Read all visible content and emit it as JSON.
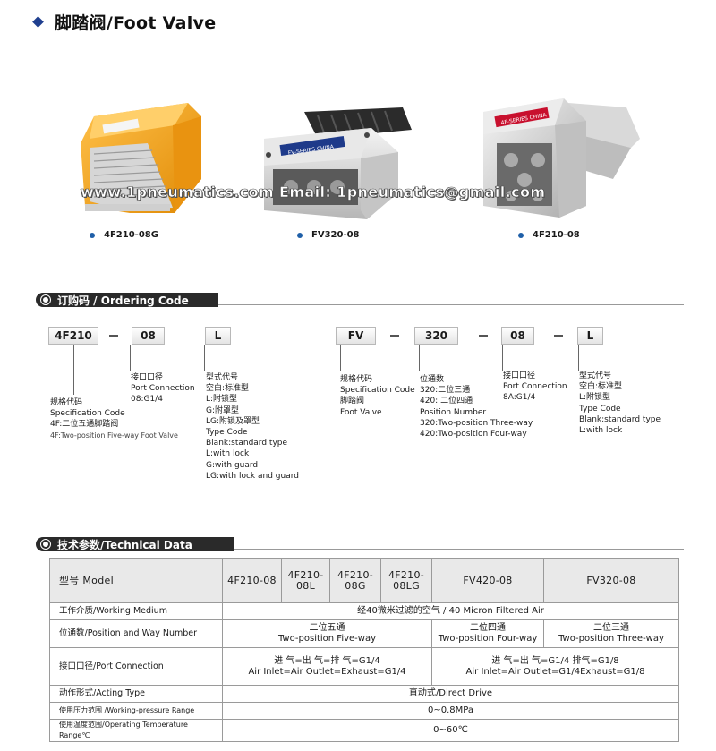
{
  "header": {
    "title": "脚踏阀/Foot Valve"
  },
  "watermark": "www.1pneumatics.com  Email: 1pneumatics@gmail.com",
  "products": [
    {
      "caption": "4F210-08G"
    },
    {
      "caption": "FV320-08"
    },
    {
      "caption": "4F210-08"
    }
  ],
  "product_labels": {
    "fv320_plate": "FV-SERIES CHINA",
    "f4_plate": "4F-SERIES CHINA"
  },
  "ordering": {
    "section_title": "订购码 / Ordering Code",
    "left_codes": [
      "4F210",
      "08",
      "L"
    ],
    "right_codes": [
      "FV",
      "320",
      "08",
      "L"
    ],
    "desc_spec_4f": [
      "规格代码",
      "Specification Code",
      "4F:二位五通脚踏阀",
      "4F:Two-position Five-way Foot Valve"
    ],
    "desc_port_4f": [
      "接口口径",
      "Port Connection",
      "08:G1/4"
    ],
    "desc_type_4f": [
      "型式代号",
      "空白:标准型",
      "L:附锁型",
      "G:附罩型",
      "LG:附锁及罩型",
      "Type Code",
      "Blank:standard type",
      "L:with lock",
      "G:with guard",
      "LG:with lock and guard"
    ],
    "desc_spec_fv": [
      "规格代码",
      "Specification Code",
      "脚踏阀",
      "Foot Valve"
    ],
    "desc_pos_fv": [
      "位通数",
      "320:二位三通",
      "420:  二位四通",
      "Position  Number",
      "320:Two-position Three-way",
      "420:Two-position Four-way"
    ],
    "desc_port_fv": [
      "接口口径",
      "Port Connection",
      "8A:G1/4"
    ],
    "desc_type_fv": [
      "型式代号",
      "空白:标准型",
      "L:附锁型",
      "Type Code",
      "Blank:standard type",
      "L:with lock"
    ]
  },
  "technical": {
    "section_title": "技术参数/Technical Data",
    "head": {
      "label": "型号  Model",
      "models": [
        "4F210-08",
        "4F210-08L",
        "4F210-08G",
        "4F210-08LG",
        "FV420-08",
        "FV320-08"
      ]
    },
    "rows": {
      "medium": {
        "label": "工作介质/Working Medium",
        "value": "经40微米过滤的空气 / 40 Micron Filtered Air"
      },
      "position": {
        "label": "位通数/Position and Way Number",
        "v1_cn": "二位五通",
        "v1_en": "Two-position Five-way",
        "v2_cn": "二位四通",
        "v2_en": "Two-position Four-way",
        "v3_cn": "二位三通",
        "v3_en": "Two-position Three-way"
      },
      "port": {
        "label": "接口口径/Port Connection",
        "v1_cn": "进 气=出 气=排 气=G1/4",
        "v1_en": "Air Inlet=Air Outlet=Exhaust=G1/4",
        "v2_cn": "进 气=出 气=G1/4   排气=G1/8",
        "v2_en": "Air Inlet=Air Outlet=G1/4Exhaust=G1/8"
      },
      "acting": {
        "label": "动作形式/Acting Type",
        "value": "直动式/Direct Drive"
      },
      "pressure": {
        "label": "使用压力范围 /Working-pressure Range",
        "value": "0~0.8MPa"
      },
      "temperature": {
        "label": "使用温度范围/Operating Temperature Range℃",
        "value": "0~60℃"
      }
    }
  },
  "colors": {
    "accent": "#1f3f8f",
    "orange_body": "#f2a31c",
    "bar": "#2a2a2a"
  }
}
